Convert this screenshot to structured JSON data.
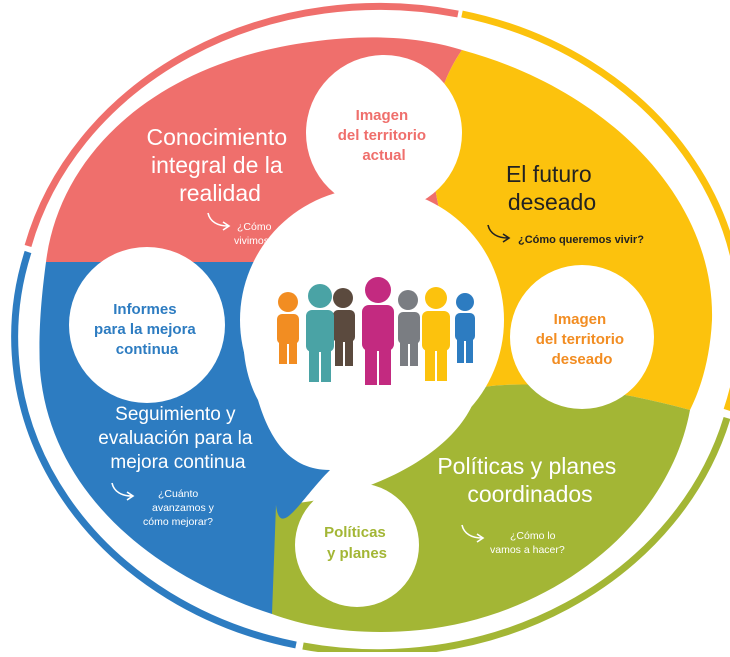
{
  "colors": {
    "red": "#ef6f6c",
    "yellow": "#fcc20d",
    "green": "#a3b635",
    "blue": "#2d7cc1",
    "orange": "#f28d22",
    "teal": "#4aa3a5",
    "grey": "#7a7d82",
    "magenta": "#c32a80",
    "dark_brown": "#5b4a3e"
  },
  "segments": {
    "red": {
      "title": [
        "Conocimiento",
        "integral de la",
        "realidad"
      ],
      "question": [
        "¿Cómo",
        "vivimos?"
      ],
      "circle": [
        "Imagen",
        "del territorio",
        "actual"
      ]
    },
    "yellow": {
      "title": [
        "El futuro",
        "deseado"
      ],
      "question": [
        "¿Cómo queremos vivir?"
      ],
      "circle": [
        "Imagen",
        "del territorio",
        "deseado"
      ]
    },
    "green": {
      "title": [
        "Políticas y planes",
        "coordinados"
      ],
      "question": [
        "¿Cómo lo",
        "vamos a hacer?"
      ],
      "circle": [
        "Políticas",
        "y planes"
      ]
    },
    "blue": {
      "title": [
        "Seguimiento y",
        "evaluación para la",
        "mejora continua"
      ],
      "question": [
        "¿Cuánto",
        "avanzamos y",
        "cómo mejorar?"
      ],
      "circle": [
        "Informes",
        "para la mejora",
        "continua"
      ]
    }
  },
  "center": {
    "icon": "people-group-icon"
  }
}
